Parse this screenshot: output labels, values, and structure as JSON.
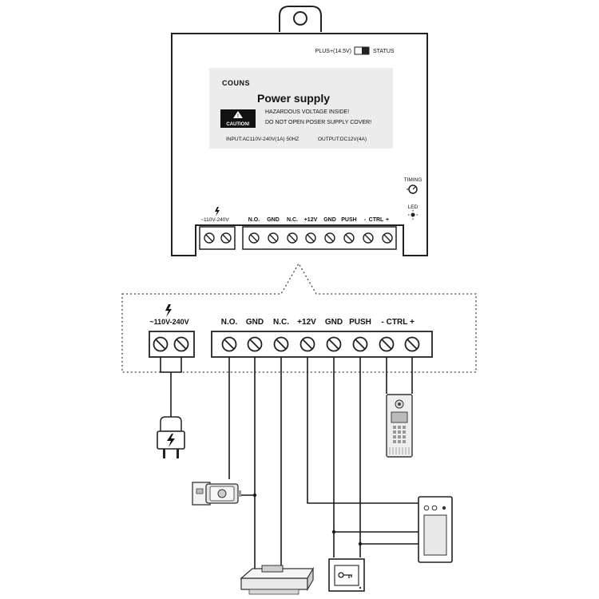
{
  "device": {
    "brand": "COUNS",
    "title": "Power supply",
    "warnings": [
      "HAZARDOUS VOLTAGE INSIDE!",
      "DO NOT OPEN POSER SUPPLY COVER!"
    ],
    "caution_label": "CAUTION!",
    "input_spec": "INPUT:AC110V-240V(1A) 50HZ",
    "output_spec": "OUTPUT:DC12V(4A)",
    "plus_switch": "PLUS+(14.5V)",
    "status_label": "STATUS",
    "timing_label": "TIMING",
    "led_label": "LED",
    "ac_label": "~110V-240V",
    "terminals": [
      "N.O.",
      "GND",
      "N.C.",
      "+12V",
      "GND",
      "PUSH",
      "-",
      "CTRL",
      "+"
    ]
  },
  "zoom": {
    "ac_label": "~110V-240V",
    "terminals": [
      "N.O.",
      "GND",
      "N.C.",
      "+12V",
      "GND",
      "PUSH",
      "-",
      "CTRL",
      "+"
    ]
  },
  "components": [
    "ac-plug",
    "electric-lock",
    "electric-bolt",
    "exit-button",
    "indoor-monitor",
    "outdoor-camera"
  ],
  "colors": {
    "line": "#1a1a1a",
    "panel": "#ffffff",
    "label_bg": "#ececec"
  }
}
